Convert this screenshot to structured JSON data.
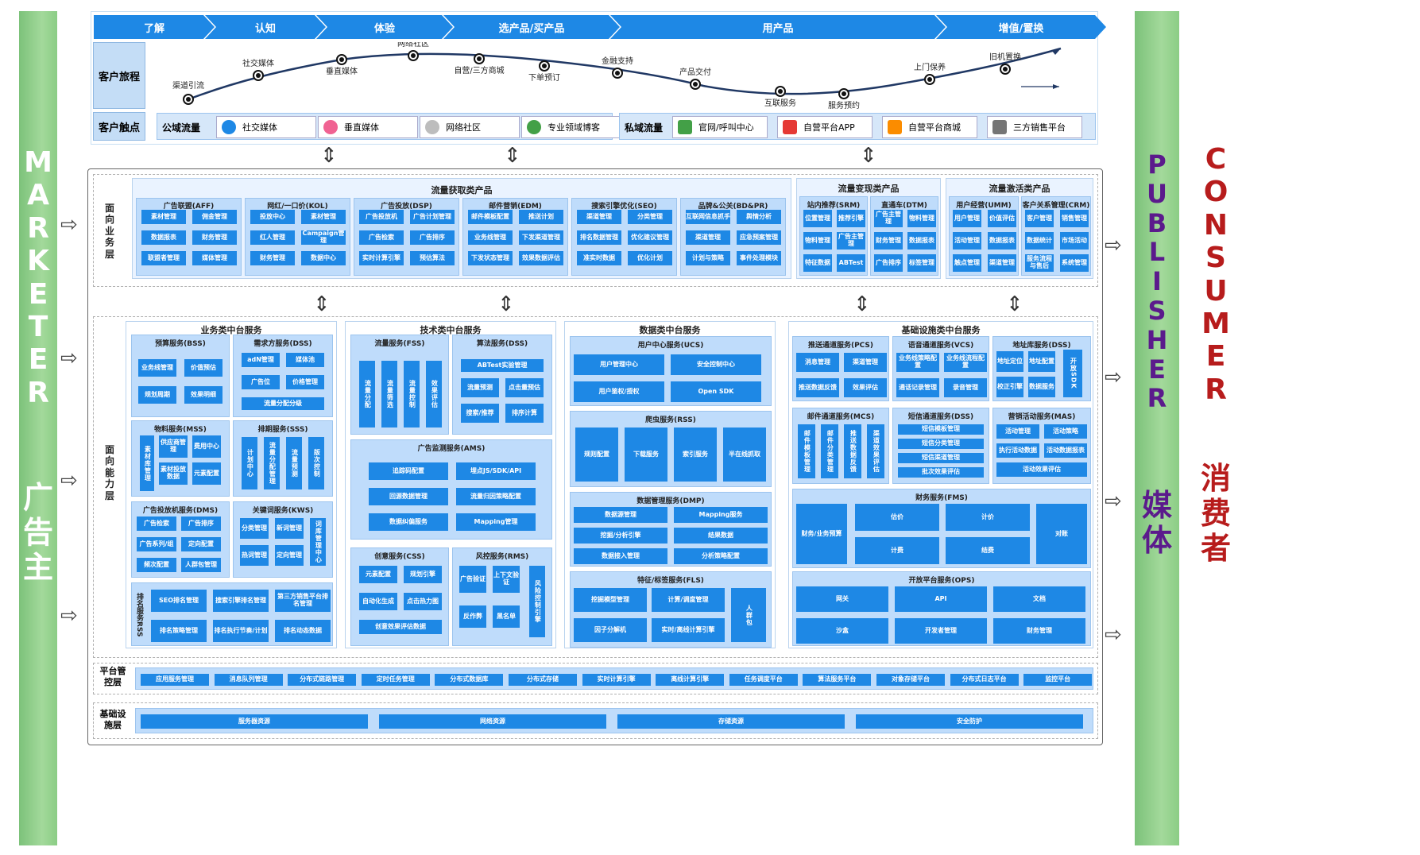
{
  "left_label": {
    "en": [
      "M",
      "A",
      "R",
      "K",
      "E",
      "T",
      "E",
      "R"
    ],
    "cn": [
      "广",
      "告",
      "主"
    ]
  },
  "mid_label": {
    "en": [
      "P",
      "U",
      "B",
      "L",
      "I",
      "S",
      "H",
      "E",
      "R"
    ],
    "cn": [
      "媒",
      "体"
    ]
  },
  "right_label": {
    "en": [
      "C",
      "O",
      "N",
      "S",
      "U",
      "M",
      "E",
      "R"
    ],
    "cn": [
      "消",
      "费",
      "者"
    ]
  },
  "colors": {
    "stage_blue": "#1e88e5",
    "side_green": "#8bcd85",
    "publisher_purple": "#6a1b9a",
    "consumer_red": "#c62828"
  },
  "journey": {
    "stages": [
      "了解",
      "认知",
      "体验",
      "选产品/买产品",
      "用产品",
      "增值/置换"
    ],
    "label": "客户旅程",
    "points": [
      "渠道引流",
      "社交媒体",
      "垂直媒体",
      "网络社区",
      "自营/三方商城",
      "下单预订",
      "金融支持",
      "产品交付",
      "互联服务",
      "服务预约",
      "上门保养",
      "旧机置换"
    ],
    "touch_label": "客户触点",
    "public_label": "公域流量",
    "public_items": [
      "社交媒体",
      "垂直媒体",
      "网络社区",
      "专业领域博客"
    ],
    "private_label": "私域流量",
    "private_items": [
      "官网/呼叫中心",
      "自营平台APP",
      "自营平台商城",
      "三方销售平台"
    ]
  },
  "biz_layer": {
    "label": "面向业务层",
    "acq": {
      "title": "流量获取类产品",
      "groups": [
        {
          "name": "广告联盟(AFF)",
          "items": [
            "素材管理",
            "佣金管理",
            "数据报表",
            "财务管理",
            "联盟者管理",
            "媒体管理"
          ]
        },
        {
          "name": "网红/一口价(KOL)",
          "items": [
            "投放中心",
            "素材管理",
            "红人管理",
            "Campaign管理",
            "财务管理",
            "数据中心"
          ]
        },
        {
          "name": "广告投放(DSP)",
          "items": [
            "广告投放机",
            "广告计划管理",
            "广告检索",
            "广告排序",
            "实时计算引擎",
            "预估算法"
          ]
        },
        {
          "name": "邮件营销(EDM)",
          "items": [
            "邮件模板配置",
            "推送计划",
            "业务线管理",
            "下发渠道管理",
            "下发状态管理",
            "效果数据评估"
          ]
        },
        {
          "name": "搜索引擎优化(SEO)",
          "items": [
            "渠道管理",
            "分类管理",
            "排名数据管理",
            "优化建议管理",
            "准实时数据",
            "优化计划"
          ]
        },
        {
          "name": "品牌&公关(BD&PR)",
          "items": [
            "互联网信息抓手",
            "舆情分析",
            "渠道管理",
            "应急预案管理",
            "计划与策略",
            "事件处理模块"
          ]
        }
      ]
    },
    "mon": {
      "title": "流量变现类产品",
      "groups": [
        {
          "name": "站内推荐(SRM)",
          "items": [
            "位置管理",
            "推荐引擎",
            "物料管理",
            "广告主管理",
            "特征数据",
            "ABTest"
          ]
        },
        {
          "name": "直通车(DTM)",
          "items": [
            "广告主管理",
            "物料管理",
            "财务管理",
            "数据报表",
            "广告排序",
            "标签管理"
          ]
        }
      ]
    },
    "act": {
      "title": "流量激活类产品",
      "groups": [
        {
          "name": "用户经营(UMM)",
          "items": [
            "用户管理",
            "价值评估",
            "活动管理",
            "数据报表",
            "触点管理",
            "渠道管理"
          ]
        },
        {
          "name": "客户关系管理(CRM)",
          "items": [
            "客户管理",
            "销售管理",
            "数据统计",
            "市场活动",
            "服务流程与售后",
            "系统管理"
          ]
        }
      ]
    }
  },
  "cap_layer": {
    "label": "面向能力层",
    "biz": {
      "title": "业务类中台服务",
      "bss": {
        "name": "预算服务(BSS)",
        "items": [
          "业务线管理",
          "价值预估",
          "规划周期",
          "效果明细"
        ]
      },
      "dss": {
        "name": "需求方服务(DSS)",
        "items": [
          "adN管理",
          "媒体池",
          "广告位",
          "价格管理",
          "流量分配分级"
        ]
      },
      "mss": {
        "name": "物料服务(MSS)",
        "items": [
          "素材库管理",
          "供应商管理",
          "费用中心",
          "素材投放数据",
          "元素配置"
        ]
      },
      "sss": {
        "name": "排期服务(SSS)",
        "items": [
          "计划中心",
          "流量分配管理",
          "流量预测",
          "版次控制"
        ]
      },
      "dms": {
        "name": "广告投放机服务(DMS)",
        "items": [
          "广告检索",
          "广告排序",
          "广告系列/组",
          "定向配置",
          "频次配置",
          "人群包管理"
        ]
      },
      "kws": {
        "name": "关键词服务(KWS)",
        "items": [
          "分类管理",
          "新词管理",
          "热词管理",
          "定向管理",
          "词库管理中心"
        ]
      },
      "rss": {
        "name": "排名服务RSS",
        "items": [
          "SEO排名管理",
          "搜索引擎排名管理",
          "第三方销售平台排名管理",
          "排名策略管理",
          "排名执行节奏/计划",
          "排名动态数据"
        ]
      }
    },
    "tech": {
      "title": "技术类中台服务",
      "fss": {
        "name": "流量服务(FSS)",
        "items": [
          "流量分配",
          "流量筛选",
          "流量控制",
          "效果评估"
        ]
      },
      "dss": {
        "name": "算法服务(DSS)",
        "items": [
          "ABTest实验管理",
          "流量预测",
          "点击量预估",
          "搜索/推荐",
          "排序计算"
        ]
      },
      "ams": {
        "name": "广告监测服务(AMS)",
        "items": [
          "追踪码配置",
          "埋点JS/SDK/API",
          "回源数据管理",
          "流量归因策略配置",
          "数据纠偏服务",
          "Mapping管理"
        ]
      },
      "css": {
        "name": "创意服务(CSS)",
        "items": [
          "元素配置",
          "规划引擎",
          "自动化生成",
          "点击热力图",
          "创意效果评估数据"
        ]
      },
      "rms": {
        "name": "风控服务(RMS)",
        "items": [
          "广告验证",
          "上下文验证",
          "风险控制引擎",
          "反作弊",
          "黑名单"
        ]
      }
    },
    "data": {
      "title": "数据类中台服务",
      "ucs": {
        "name": "用户中心服务(UCS)",
        "items": [
          "用户管理中心",
          "安全控制中心",
          "用户鉴权/授权",
          "Open SDK"
        ]
      },
      "rss": {
        "name": "爬虫服务(RSS)",
        "items": [
          "规则配置",
          "下载服务",
          "索引服务",
          "半在线抓取"
        ]
      },
      "dmp": {
        "name": "数据管理服务(DMP)",
        "items": [
          "数据源管理",
          "Mapping服务",
          "挖掘/分析引擎",
          "结果数据",
          "数据接入管理",
          "分析策略配置"
        ]
      },
      "fls": {
        "name": "特征/标签服务(FLS)",
        "items": [
          "挖掘模型管理",
          "计算/调度管理",
          "人群包",
          "因子分解机",
          "实时/离线计算引擎"
        ]
      }
    },
    "infra": {
      "title": "基础设施类中台服务",
      "pcs": {
        "name": "推送通道服务(PCS)",
        "items": [
          "消息管理",
          "渠道管理",
          "推送数据反馈",
          "效果评估"
        ]
      },
      "vcs": {
        "name": "语音通道服务(VCS)",
        "items": [
          "业务线策略配置",
          "业务线流程配置",
          "通话记录管理",
          "录音管理"
        ]
      },
      "dss": {
        "name": "地址库服务(DSS)",
        "items": [
          "地址定位",
          "地址配置",
          "校正引擎",
          "数据服务",
          "开放SDK"
        ]
      },
      "mcs": {
        "name": "邮件通道服务(MCS)",
        "items": [
          "邮件模板管理",
          "邮件分类管理",
          "推送数据反馈",
          "渠道效果评估"
        ]
      },
      "sms": {
        "name": "短信通道服务(DSS)",
        "items": [
          "短信模板管理",
          "短信分类管理",
          "短信渠道管理",
          "批次效果评估"
        ]
      },
      "mas": {
        "name": "营销活动服务(MAS)",
        "items": [
          "活动管理",
          "活动策略",
          "执行活动数据",
          "活动数据报表",
          "活动效果评估"
        ]
      },
      "fms": {
        "name": "财务服务(FMS)",
        "items": [
          "财务/业务预算",
          "估价",
          "计价",
          "计费",
          "结费",
          "对账"
        ]
      },
      "ops": {
        "name": "开放平台服务(OPS)",
        "items": [
          "网关",
          "API",
          "文档",
          "沙盒",
          "开发者管理",
          "财务管理"
        ]
      }
    }
  },
  "platform": {
    "label": "平台管控层",
    "items": [
      "应用服务管理",
      "消息队列管理",
      "分布式链路管理",
      "定时任务管理",
      "分布式数据库",
      "分布式存储",
      "实时计算引擎",
      "离线计算引擎",
      "任务调度平台",
      "算法服务平台",
      "对象存储平台",
      "分布式日志平台",
      "监控平台"
    ]
  },
  "infra_layer": {
    "label": "基础设施层",
    "items": [
      "服务器资源",
      "网络资源",
      "存储资源",
      "安全防护"
    ]
  }
}
